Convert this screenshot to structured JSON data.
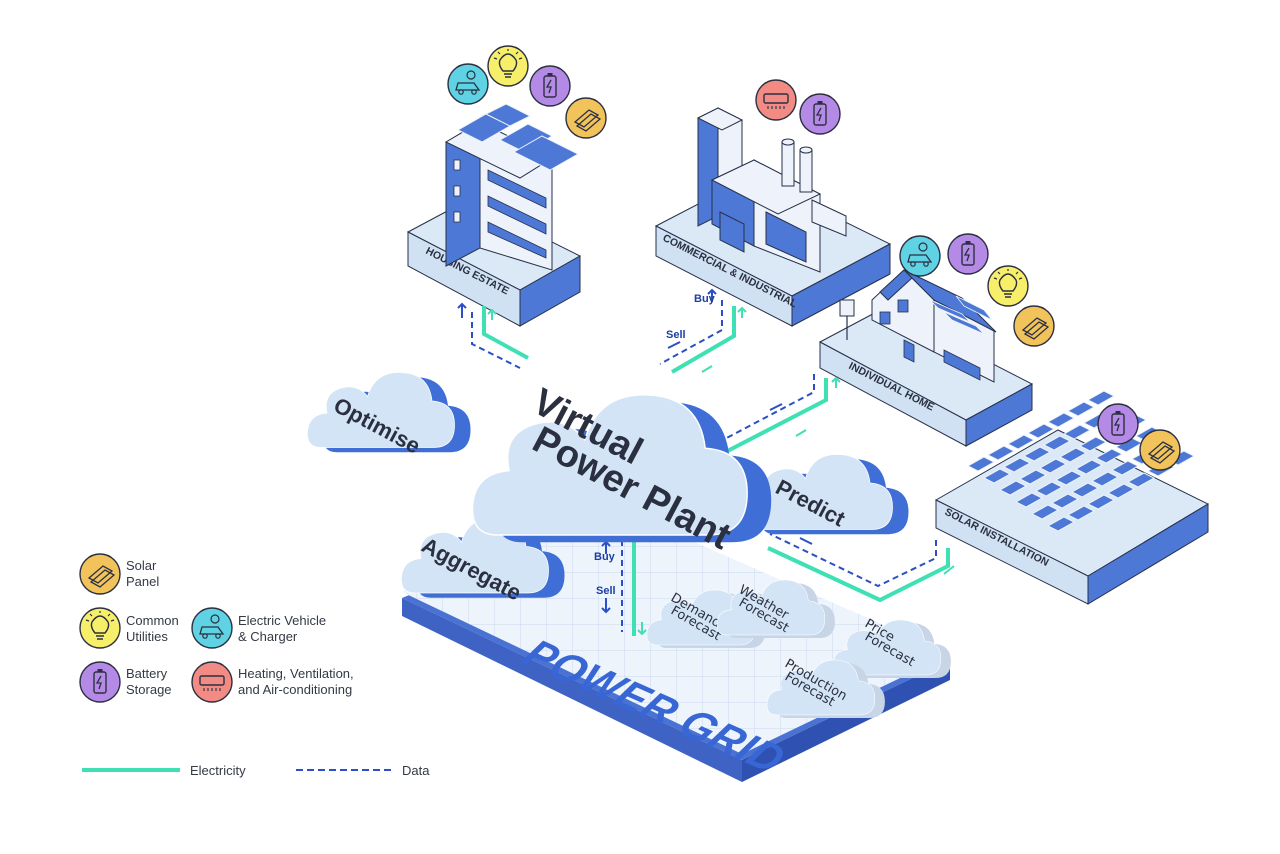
{
  "colors": {
    "electricity": "#3fe0b4",
    "data": "#2b4fc7",
    "cloud_fill": "#d3e4f6",
    "cloud_side": "#3f6fd6",
    "platform_top": "#dbe9f7",
    "platform_side": "#4d78d6",
    "solar_panel": "#f2c35a",
    "common_utilities": "#f7ef6a",
    "electric_vehicle": "#5fd2e3",
    "battery": "#b48ae6",
    "hvac": "#f28b84"
  },
  "platforms": {
    "housing": "HOUSING ESTATE",
    "commercial": "COMMERCIAL & INDUSTRIAL",
    "home": "INDIVIDUAL HOME",
    "solar": "SOLAR INSTALLATION"
  },
  "clouds": {
    "vpp_line1": "Virtual",
    "vpp_line2": "Power Plant",
    "optimise": "Optimise",
    "aggregate": "Aggregate",
    "predict": "Predict",
    "demand_l1": "Demand",
    "demand_l2": "Forecast",
    "weather_l1": "Weather",
    "weather_l2": "Forecast",
    "production_l1": "Production",
    "production_l2": "Forecast",
    "price_l1": "Price",
    "price_l2": "Forecast"
  },
  "grid_label": "POWER GRID",
  "flow_labels": {
    "buy_top": "Buy",
    "sell_top": "Sell",
    "buy_mid": "Buy",
    "sell_mid": "Sell"
  },
  "legend": {
    "solar_l1": "Solar",
    "solar_l2": "Panel",
    "utilities_l1": "Common",
    "utilities_l2": "Utilities",
    "battery_l1": "Battery",
    "battery_l2": "Storage",
    "ev_l1": "Electric Vehicle",
    "ev_l2": "& Charger",
    "hvac_l1": "Heating, Ventilation,",
    "hvac_l2": "and Air-conditioning",
    "electricity": "Electricity",
    "data": "Data"
  },
  "icons": {
    "solar": "solar-panel-icon",
    "utilities": "lightbulb-icon",
    "battery": "battery-icon",
    "ev": "electric-vehicle-icon",
    "hvac": "air-conditioner-icon"
  }
}
